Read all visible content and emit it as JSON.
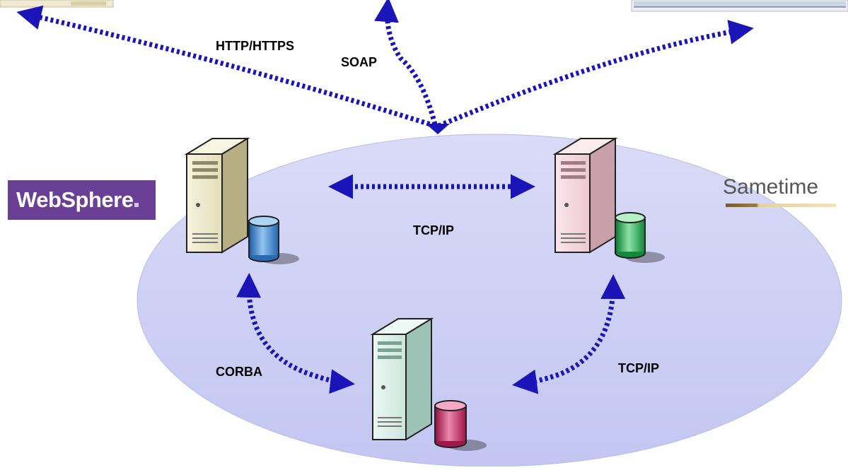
{
  "labels": {
    "http": "HTTP/HTTPS",
    "soap": "SOAP",
    "tcpip_top": "TCP/IP",
    "corba": "CORBA",
    "tcpip_right": "TCP/IP"
  },
  "logos": {
    "websphere": "WebSphere",
    "sametime": "Sametime"
  },
  "colors": {
    "arrow": "#1b14b8",
    "ellipse_fill": "#cdd0f5",
    "websphere_bg": "#6a3f96",
    "server_left_case": "#ece7c8",
    "server_right_case": "#f3d7de",
    "server_bottom_case": "#d9ede6",
    "db_left": "#3a7ec9",
    "db_right": "#1fa84a",
    "db_bottom": "#c4245c"
  },
  "nodes": [
    {
      "name": "server-left",
      "case_color": "#ece7c8",
      "db_color": "#3a7ec9"
    },
    {
      "name": "server-right",
      "case_color": "#f3d7de",
      "db_color": "#1fa84a"
    },
    {
      "name": "server-bottom",
      "case_color": "#d9ede6",
      "db_color": "#c4245c"
    }
  ]
}
